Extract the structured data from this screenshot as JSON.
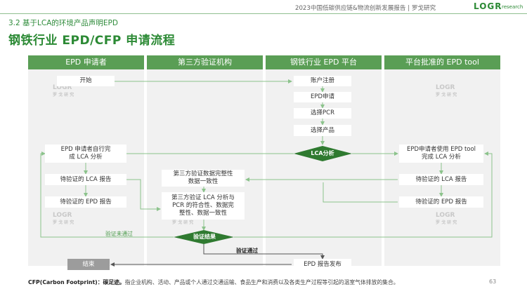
{
  "header": {
    "report_title": "2023中国低碳供应链&物流创新发展报告 | 罗戈研究",
    "logo_text": "LOGR",
    "logo_sub": "research"
  },
  "section": "3.2 基于LCA的环境产品声明EPD",
  "title": "钢铁行业 EPD/CFP 申请流程",
  "columns": [
    "EPD 申请者",
    "第三方验证机构",
    "钢铁行业 EPD 平台",
    "平台批准的 EPD tool"
  ],
  "boxes": {
    "start": "开始",
    "register": "账户注册",
    "epd_apply": "EPD申请",
    "select_pcr": "选择PCR",
    "select_product": "选择产品",
    "self_lca_1": "EPD 申请者自行完",
    "self_lca_2": "成 LCA 分析",
    "pending_lca": "待验证的 LCA 报告",
    "pending_epd": "待验证的 EPD 报告",
    "check_data_1": "第三方验证数据完整性",
    "check_data_2": "数据一致性",
    "check_lca_1": "第三方验证 LCA 分析与",
    "check_lca_2": "PCR 的符合性、数据完",
    "check_lca_3": "整性、数据一致性",
    "tool_lca_1": "EPD申请者使用 EPD tool",
    "tool_lca_2": "完成 LCA 分析",
    "tool_pending_lca": "待验证的 LCA 报告",
    "tool_pending_epd": "待验证的 EPD 报告",
    "end": "结束",
    "publish": "EPD 报告发布"
  },
  "diamonds": {
    "lca": "LCA分析",
    "result": "验证结果"
  },
  "labels": {
    "not_passed": "验证未通过",
    "passed": "验证通过"
  },
  "watermark": {
    "text": "LOGR",
    "sub": "罗 戈 研 究"
  },
  "footer": {
    "note_label": "CFP(Carbon Footprint)：碳足迹。",
    "note_text": "指企业机构、活动、产品或个人通过交通运输、食品生产和消费以及各类生产过程等引起的温室气体排放的集合。",
    "page": "63"
  },
  "colors": {
    "green": "#2c8a35",
    "header_green": "#5a9e55",
    "diamond_green": "#2f7a30",
    "arrow_green": "#8cc38c",
    "panel": "#f1f1f1"
  }
}
